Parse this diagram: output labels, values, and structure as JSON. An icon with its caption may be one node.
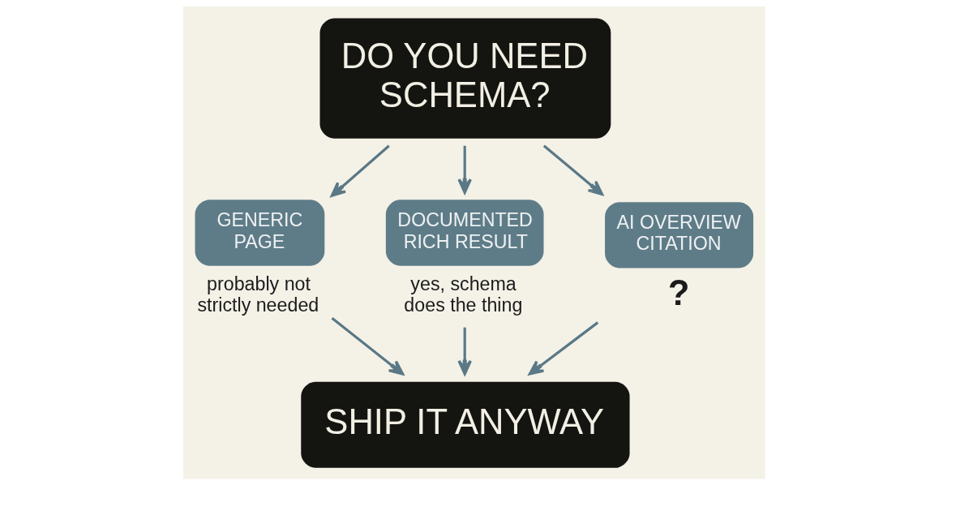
{
  "diagram": {
    "nodes": [
      {
        "text": [
          "DO YOU NEED SCHEMA?"
        ]
      },
      {
        "text": [
          "GENERIC PAGE"
        ],
        "beside": [
          "probably not strictly needed"
        ]
      },
      {
        "text": [
          "DOCUMENTED RICH RESULT"
        ],
        "beside": [
          "yes, schema does the thing"
        ]
      },
      {
        "text": [
          "AI OVERVIEW CITATION"
        ],
        "beside": [
          "?"
        ]
      },
      {
        "text": [
          "SHIP IT ANYWAY"
        ]
      }
    ],
    "edges": [
      {
        "from": 0,
        "to": 1,
        "arrow": "to"
      },
      {
        "from": 0,
        "to": 2,
        "arrow": "to"
      },
      {
        "from": 0,
        "to": 3,
        "arrow": "to"
      },
      {
        "from": 1,
        "to": 4,
        "arrow": "to"
      },
      {
        "from": 2,
        "to": 4,
        "arrow": "to"
      },
      {
        "from": 3,
        "to": 4,
        "arrow": "to"
      }
    ]
  }
}
